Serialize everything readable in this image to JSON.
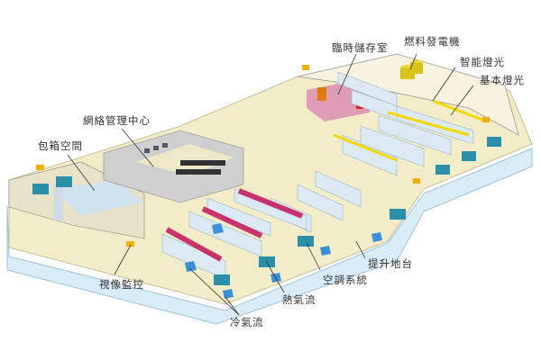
{
  "labels": {
    "temp_storage": "臨時儲存室",
    "fuel_generator": "燃料發電機",
    "smart_lighting": "智能燈光",
    "basic_lighting": "基本燈光",
    "network_center": "網絡管理中心",
    "cage_space": "包箱空間",
    "cctv": "視像監控",
    "raised_floor": "提升地台",
    "air_conditioning": "空調系統",
    "hot_airflow": "熱氣流",
    "cold_airflow": "冷氣流"
  },
  "colors": {
    "floor": "#f3ecc8",
    "raised_floor": "#d9ecf7",
    "rack": "#dbe9f3",
    "hot_air": "#c4145a",
    "cold_air": "#3a8fd8",
    "ac_unit": "#2a8fa8",
    "storage": "#d98fb0",
    "generator": "#d9c21a",
    "smart_light": "#f5d800"
  }
}
